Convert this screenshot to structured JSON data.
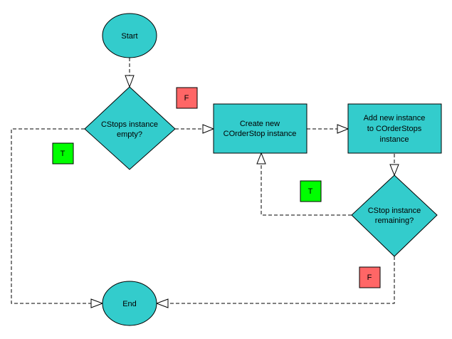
{
  "diagram": {
    "type": "flowchart",
    "colors": {
      "node_fill": "#33CCCC",
      "stroke": "#000000",
      "true_badge": "#00FF00",
      "false_badge": "#FF6666"
    },
    "nodes": {
      "start": {
        "shape": "ellipse",
        "label": "Start"
      },
      "decision_empty": {
        "shape": "diamond",
        "lines": [
          "CStops instance",
          "empty?"
        ]
      },
      "create_new": {
        "shape": "rect",
        "lines": [
          "Create new",
          "COrderStop instance"
        ]
      },
      "add_new": {
        "shape": "rect",
        "lines": [
          "Add new instance",
          "to COrderStops",
          "instance"
        ]
      },
      "decision_remaining": {
        "shape": "diamond",
        "lines": [
          "CStop instance",
          "remaining?"
        ]
      },
      "end": {
        "shape": "ellipse",
        "label": "End"
      }
    },
    "badges": {
      "false_top": "F",
      "true_left": "T",
      "true_loop": "T",
      "false_bottom": "F"
    },
    "edges": [
      {
        "from": "start",
        "to": "decision_empty"
      },
      {
        "from": "decision_empty",
        "to": "create_new",
        "condition": "F"
      },
      {
        "from": "decision_empty",
        "to": "end",
        "condition": "T"
      },
      {
        "from": "create_new",
        "to": "add_new"
      },
      {
        "from": "add_new",
        "to": "decision_remaining"
      },
      {
        "from": "decision_remaining",
        "to": "create_new",
        "condition": "T"
      },
      {
        "from": "decision_remaining",
        "to": "end",
        "condition": "F"
      }
    ]
  }
}
